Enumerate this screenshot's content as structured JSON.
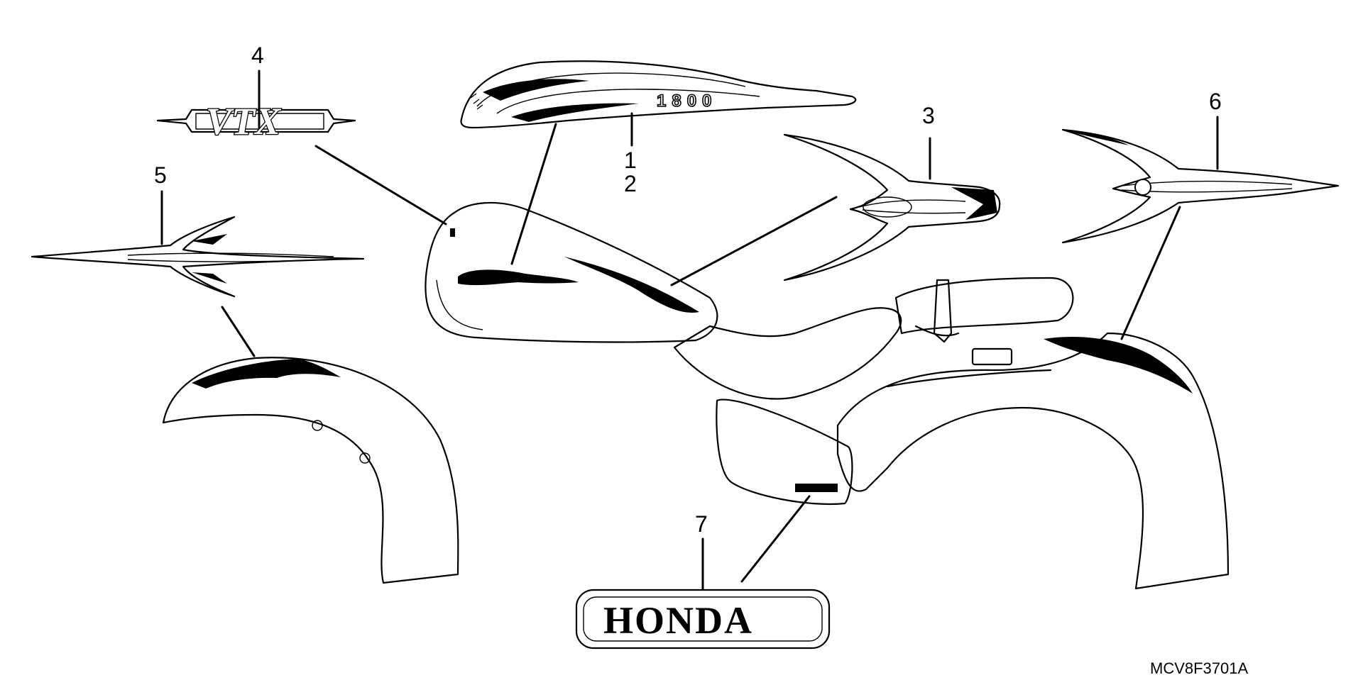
{
  "callouts": [
    {
      "id": "1",
      "label": "1"
    },
    {
      "id": "2",
      "label": "2"
    },
    {
      "id": "3",
      "label": "3"
    },
    {
      "id": "4",
      "label": "4"
    },
    {
      "id": "5",
      "label": "5"
    },
    {
      "id": "6",
      "label": "6"
    },
    {
      "id": "7",
      "label": "7"
    }
  ],
  "emblems": {
    "vtx_text": "VTX",
    "tank_number": "1800",
    "honda_text": "HONDA"
  },
  "diagram_code": "MCV8F3701A"
}
